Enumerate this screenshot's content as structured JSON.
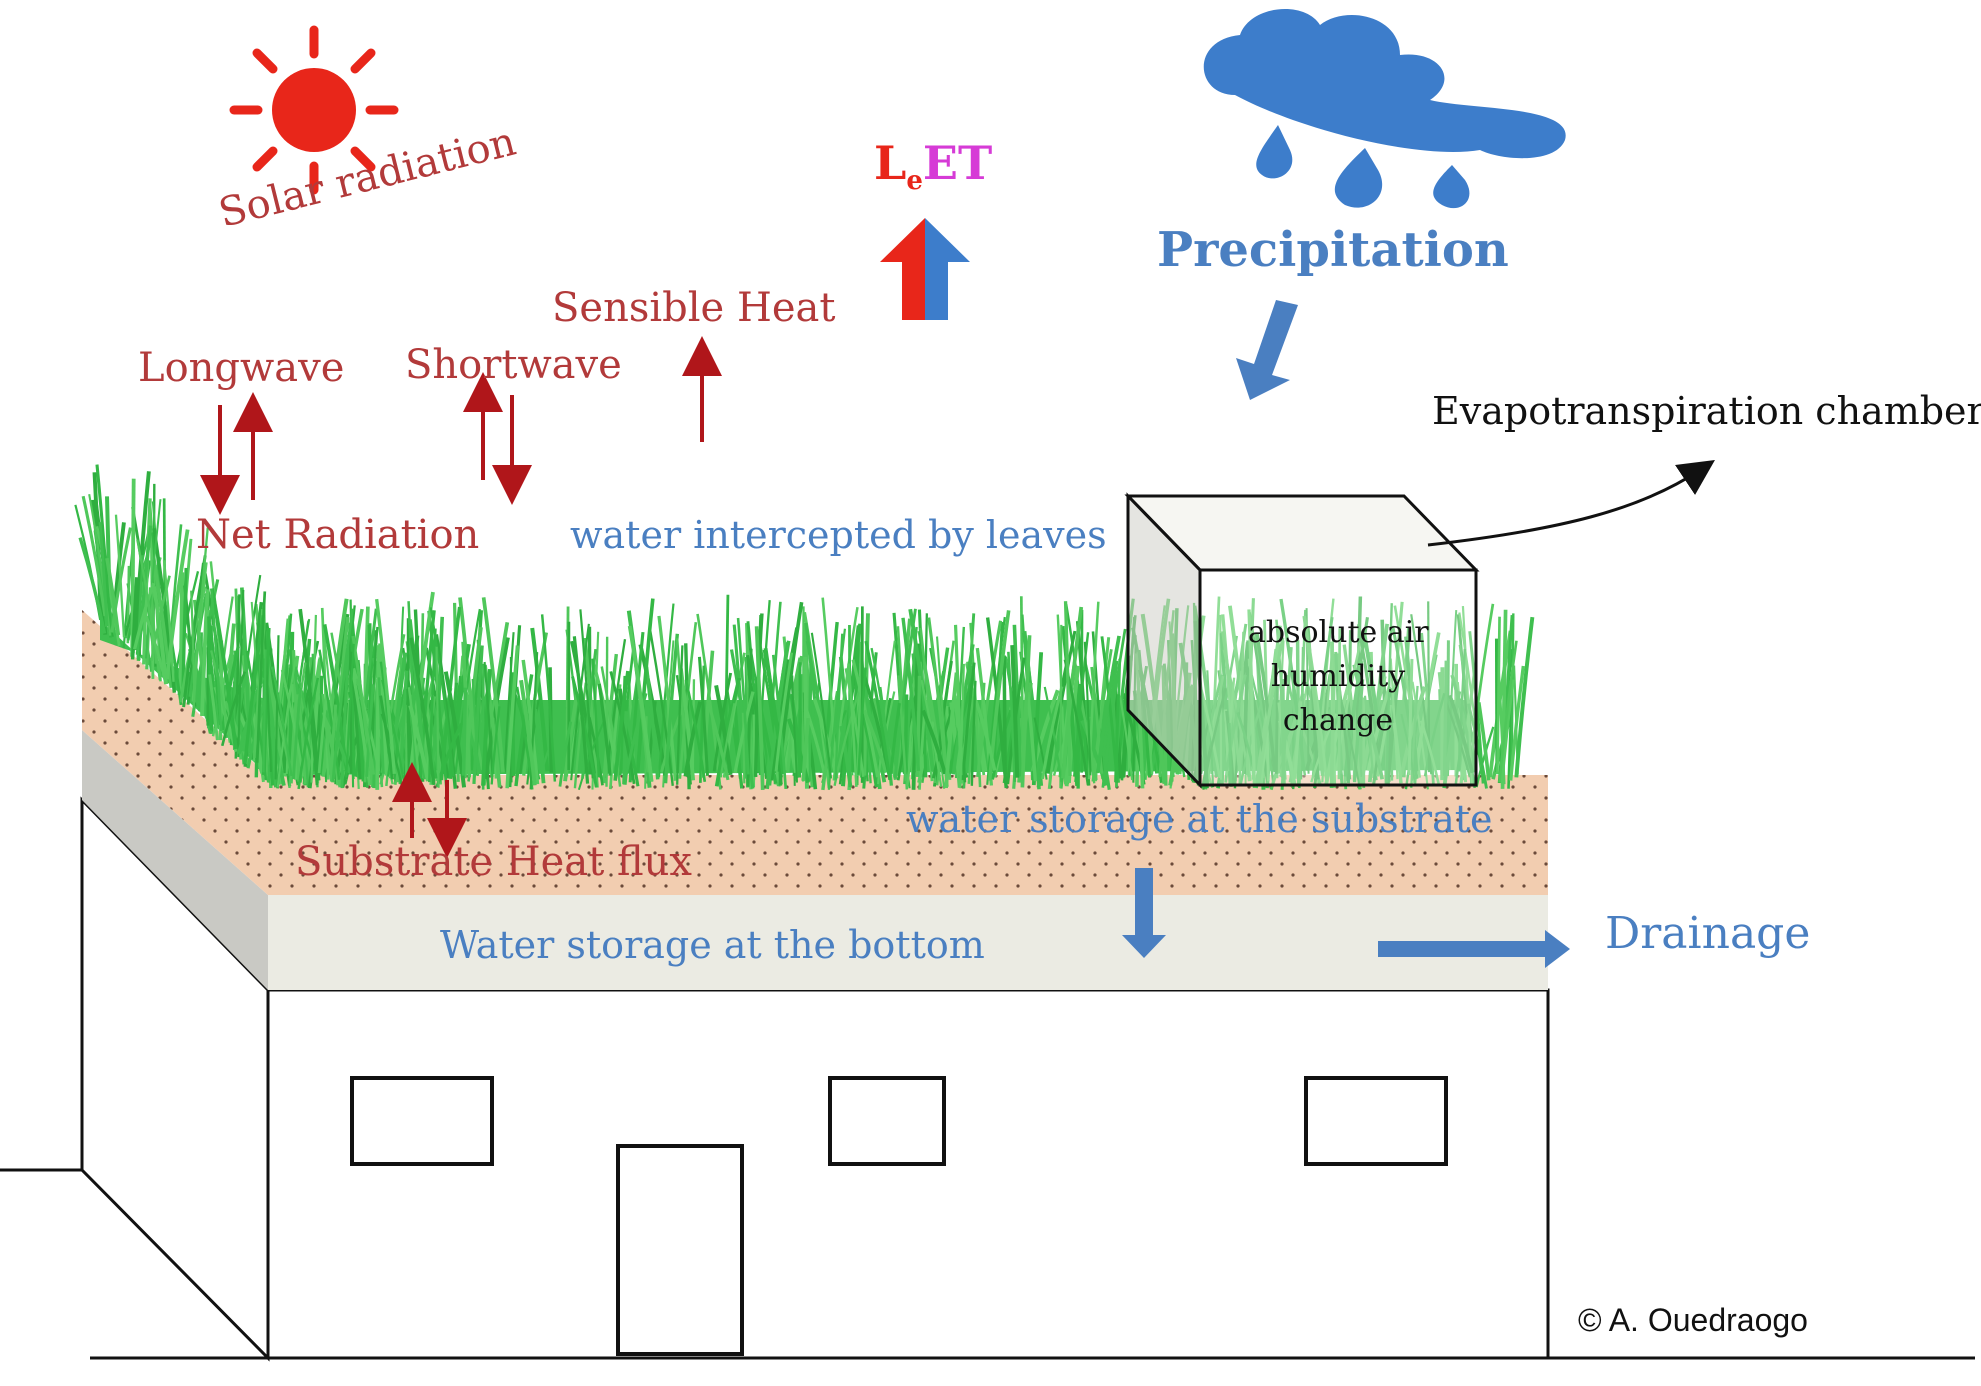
{
  "colors": {
    "sun": "#e8261a",
    "label_red": "#b23a3a",
    "label_blue": "#4a7fc1",
    "rain_blue": "#3d7dcb",
    "arrow_red": "#b0161a",
    "grass": "#3fbf4f",
    "substrate": "#f2cdb0",
    "bottom_layer": "#ebebe3",
    "magenta": "#d63bd6"
  },
  "icons": [
    "sun-icon",
    "cloud-icon",
    "raindrop-icon",
    "evapotranspiration-chamber-box"
  ],
  "labels": {
    "solar_radiation": "Solar radiation",
    "precipitation": "Precipitation",
    "le_l": "L",
    "le_sub": "e",
    "le_et": "ET",
    "sensible_heat": "Sensible Heat",
    "longwave": "Longwave",
    "shortwave": "Shortwave",
    "net_radiation": "Net Radiation",
    "water_intercepted": "water intercepted by leaves",
    "et_chamber": "Evapotranspiration chamber",
    "humidity_line1": "absolute air",
    "humidity_line2": "humidity",
    "humidity_line3": "change",
    "water_storage_substrate": "water storage at the substrate",
    "substrate_heat_flux": "Substrate Heat flux",
    "water_storage_bottom": "Water storage  at the bottom",
    "drainage": "Drainage",
    "copyright": "© A. Ouedraogo"
  }
}
